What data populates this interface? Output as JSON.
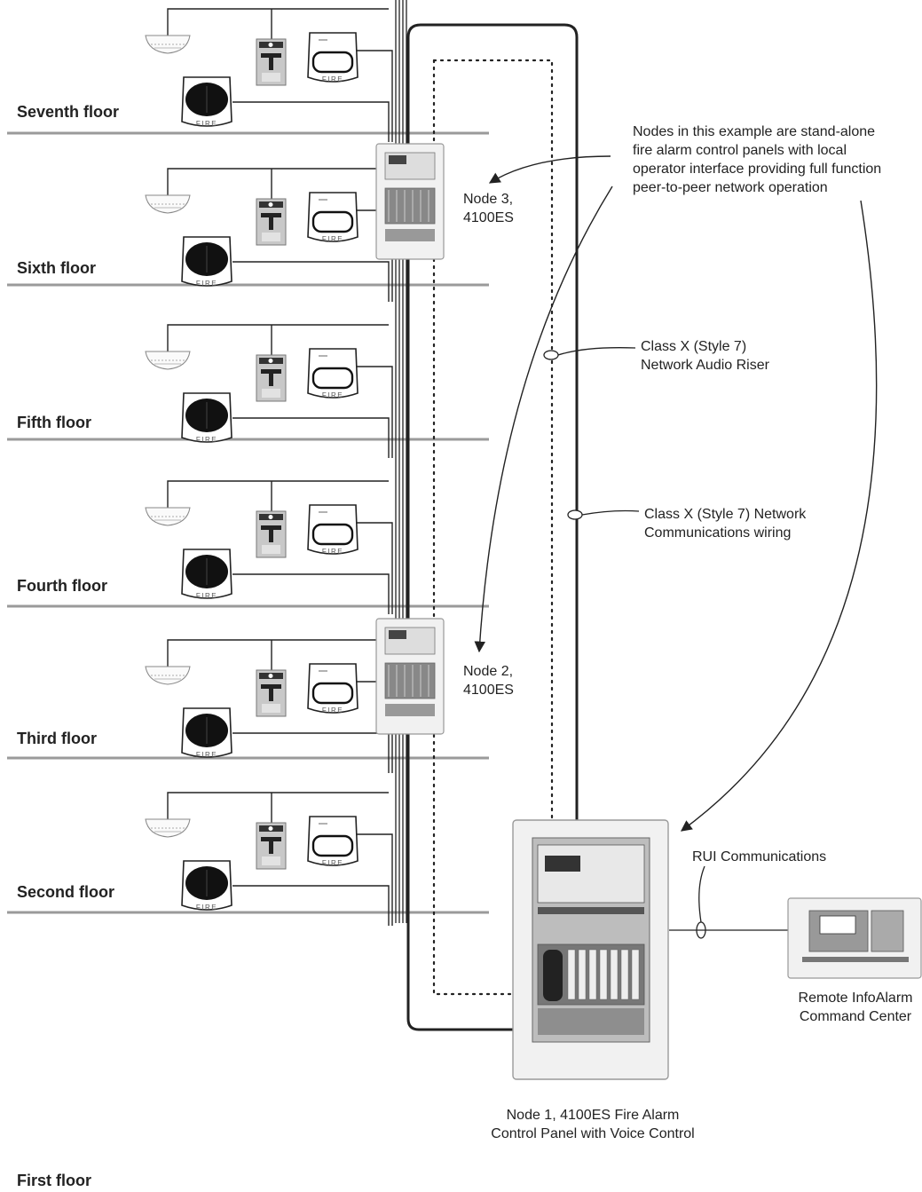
{
  "floors": {
    "seventh": "Seventh floor",
    "sixth": "Sixth floor",
    "fifth": "Fifth floor",
    "fourth": "Fourth floor",
    "third": "Third floor",
    "second": "Second floor",
    "first": "First floor"
  },
  "nodes": {
    "node3": [
      "Node 3,",
      "4100ES"
    ],
    "node2": [
      "Node 2,",
      "4100ES"
    ],
    "node1": [
      "Node 1, 4100ES Fire Alarm",
      "Control Panel with Voice Control"
    ]
  },
  "annotations": {
    "nodes_note": [
      "Nodes in this example are stand-alone",
      "fire alarm control panels with local",
      "operator interface providing full function",
      "peer-to-peer network operation"
    ],
    "audio_riser": [
      "Class X (Style 7)",
      "Network Audio Riser"
    ],
    "comm_wiring": [
      "Class X (Style 7) Network",
      "Communications wiring"
    ],
    "rui": "RUI Communications",
    "remote": [
      "Remote InfoAlarm",
      "Command Center"
    ]
  },
  "device_text": {
    "fire": "FIRE"
  },
  "colors": {
    "line": "#222222",
    "floor_line": "#9a9a9a",
    "panel_fill": "#f1f1f1",
    "panel_dark": "#555555",
    "strobe_dark": "#111111"
  }
}
